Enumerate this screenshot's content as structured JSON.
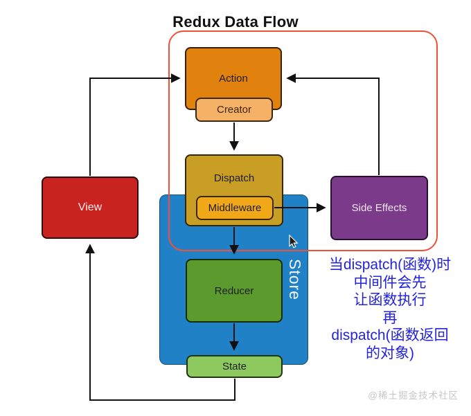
{
  "title": "Redux Data Flow",
  "diagram": {
    "nodes": {
      "action": "Action",
      "creator": "Creator",
      "dispatch": "Dispatch",
      "middleware": "Middleware",
      "view": "View",
      "side_effects": "Side Effects",
      "store": "Store",
      "reducer": "Reducer",
      "state": "State"
    },
    "edges": [
      {
        "from": "view",
        "to": "action"
      },
      {
        "from": "side_effects",
        "to": "action"
      },
      {
        "from": "creator",
        "to": "dispatch"
      },
      {
        "from": "middleware",
        "to": "side_effects"
      },
      {
        "from": "dispatch",
        "to": "reducer"
      },
      {
        "from": "reducer",
        "to": "state"
      },
      {
        "from": "state",
        "to": "view"
      }
    ]
  },
  "annotation": {
    "lines": [
      "当dispatch(函数)时",
      "中间件会先",
      "让函数执行",
      "再",
      "dispatch(函数返回",
      "的对象)"
    ],
    "color": "#2323DF"
  },
  "watermark": "@稀土掘金技术社区",
  "colors": {
    "action": "#E1820E",
    "creator": "#F5B266",
    "dispatch": "#C89E25",
    "middleware": "#F0A818",
    "view": "#C8231E",
    "side_effects": "#7C3A8A",
    "store": "#2181C6",
    "reducer": "#5B9B2E",
    "state": "#8DC95E",
    "highlight_outline": "#F04F38",
    "arrow": "#111111"
  }
}
